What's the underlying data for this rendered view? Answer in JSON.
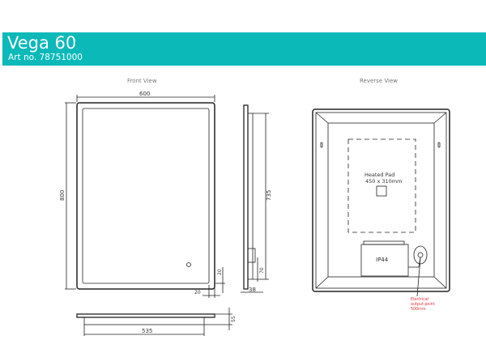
{
  "header": {
    "title": "Vega 60",
    "art_no": "Art no. 78751000",
    "color": "#0bb9b9"
  },
  "front_view": {
    "label": "Front View",
    "width": "600",
    "height": "800",
    "edge_right": "20",
    "edge_bottom": "20"
  },
  "side_view": {
    "height": "735",
    "socket": "70",
    "depth": "38"
  },
  "bottom_view": {
    "width": "535",
    "depth": "55"
  },
  "reverse_view": {
    "label": "Reverse View",
    "pad_label": "Heated Pad",
    "pad_size": "450 x 310mm",
    "box_label": "IP44",
    "electrical_line1": "Electrical",
    "electrical_line2": "output point",
    "electrical_line3": "500mm",
    "electrical_color": "#e8303a"
  }
}
